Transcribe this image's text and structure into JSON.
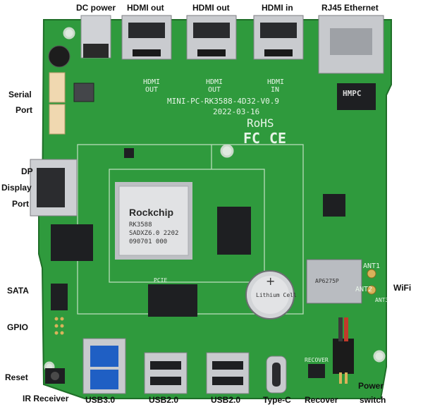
{
  "labels": {
    "dc_power": "DC power",
    "hdmi_out_1": "HDMI out",
    "hdmi_out_2": "HDMI out",
    "hdmi_in": "HDMI in",
    "rj45": "RJ45 Ethernet",
    "serial_1": "Serial",
    "serial_2": "Port",
    "dp_1": "DP",
    "dp_2": "Display",
    "dp_3": "Port",
    "sata": "SATA",
    "gpio": "GPIO",
    "reset": "Reset",
    "ir": "IR Receiver",
    "usb30": "USB3.0",
    "usb20_1": "USB2.0",
    "usb20_2": "USB2.0",
    "typec": "Type-C",
    "recover": "Recover",
    "power_1": "Power",
    "power_2": "switch",
    "wifi": "WiFi"
  },
  "silkscreen": {
    "hdmi1_a": "HDMI",
    "hdmi1_b": "OUT",
    "hdmi2_a": "HDMI",
    "hdmi2_b": "OUT",
    "hdmi3_a": "HDMI",
    "hdmi3_b": "IN",
    "board": "MINI-PC-RK3588-4D32-V0.9",
    "date": "2022-03-16",
    "rohs": "RoHS",
    "fc": "FC",
    "ce": "CE",
    "ant1": "ANT1",
    "ant2": "ANT2",
    "ant3": "ANT3",
    "recover": "RECOVER",
    "pcie": "PCIE"
  },
  "chips": {
    "soc_brand": "Rockchip",
    "soc_model": "RK3588",
    "soc_code": "SADXZ6.0 2202",
    "soc_batch": "090701 000",
    "magnetics": "HMPC",
    "battery": "Lithium Cell",
    "wifi_module": "AP6275P"
  },
  "colors": {
    "pcb": "#2f9a3d",
    "pcb_dark": "#237a2e",
    "silk": "#e8f5e8",
    "metal": "#c9cbcf",
    "chip": "#1e1f22"
  }
}
